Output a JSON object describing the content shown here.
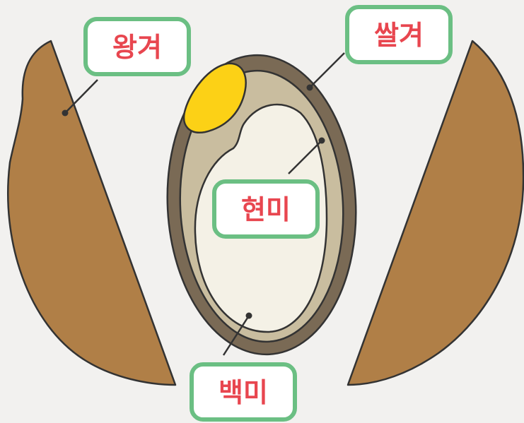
{
  "labels": {
    "husk": "왕겨",
    "bran": "쌀겨",
    "brown_rice": "현미",
    "white_rice": "백미"
  },
  "colors": {
    "background": "#f2f1ef",
    "husk": "#b07f47",
    "outline": "#333333",
    "bran_outer": "#7a6a55",
    "bran_inner": "#c9bd9f",
    "endosperm": "#f4f1e6",
    "germ": "#fcd116",
    "label_border": "#6bbf83",
    "label_text": "#e8464f"
  }
}
